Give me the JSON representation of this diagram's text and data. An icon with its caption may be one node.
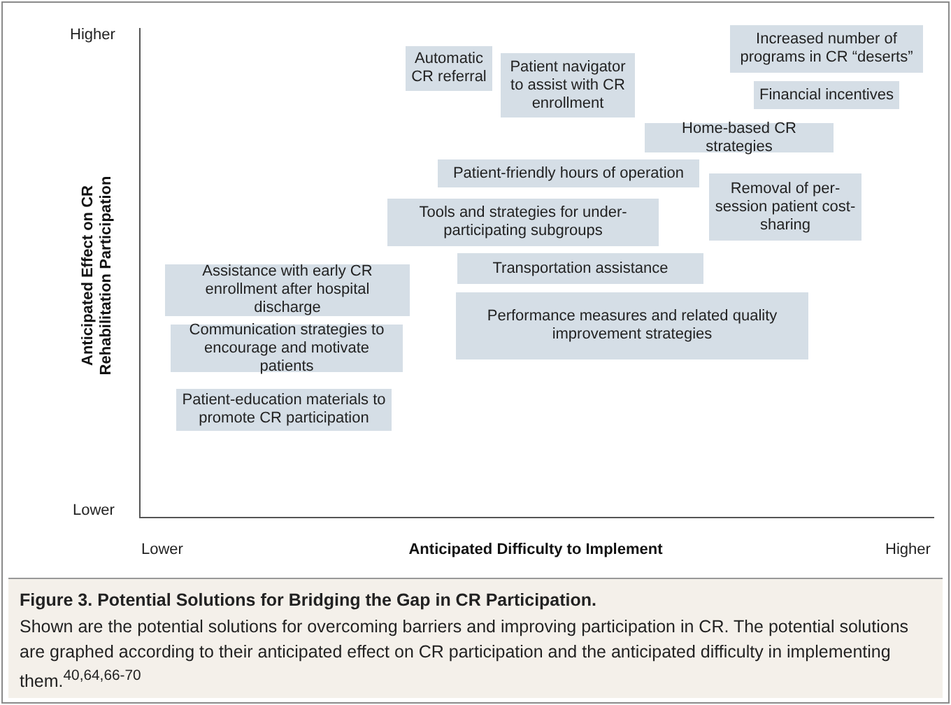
{
  "diagram": {
    "title": "Figure 3. Potential Solutions for Bridging the Gap in CR Participation.",
    "caption": "Shown are the potential solutions for overcoming barriers and improving participation in CR. The potential solutions are graphed according to their anticipated effect on CR participation and the anticipated difficulty in implementing them.$^{40,64,66-70}$",
    "nodes": [
      {
        "text": [
          "Automatic CR referral"
        ]
      },
      {
        "text": [
          "Patient navigator to assist with CR enrollment"
        ]
      },
      {
        "text": [
          "Increased number of programs in CR “deserts”"
        ]
      },
      {
        "text": [
          "Financial incentives"
        ]
      },
      {
        "text": [
          "Home-based CR strategies"
        ]
      },
      {
        "text": [
          "Patient-friendly hours of operation"
        ]
      },
      {
        "text": [
          "Removal of per-session patient cost-sharing"
        ]
      },
      {
        "text": [
          "Tools and strategies for under-participating subgroups"
        ]
      },
      {
        "text": [
          "Transportation assistance"
        ]
      },
      {
        "text": [
          "Assistance with early CR enrollment after hospital discharge"
        ]
      },
      {
        "text": [
          "Performance measures and related quality improvement strategies"
        ]
      },
      {
        "text": [
          "Communication strategies to encourage and motivate patients"
        ]
      },
      {
        "text": [
          "Patient-education materials to promote CR participation"
        ]
      }
    ],
    "edges": [],
    "labels": [
      "Higher",
      "Anticipated Effect on CR Rehabilitation Participation",
      "Lower",
      "Lower",
      "Anticipated Difficulty to Implement",
      "Higher"
    ]
  }
}
